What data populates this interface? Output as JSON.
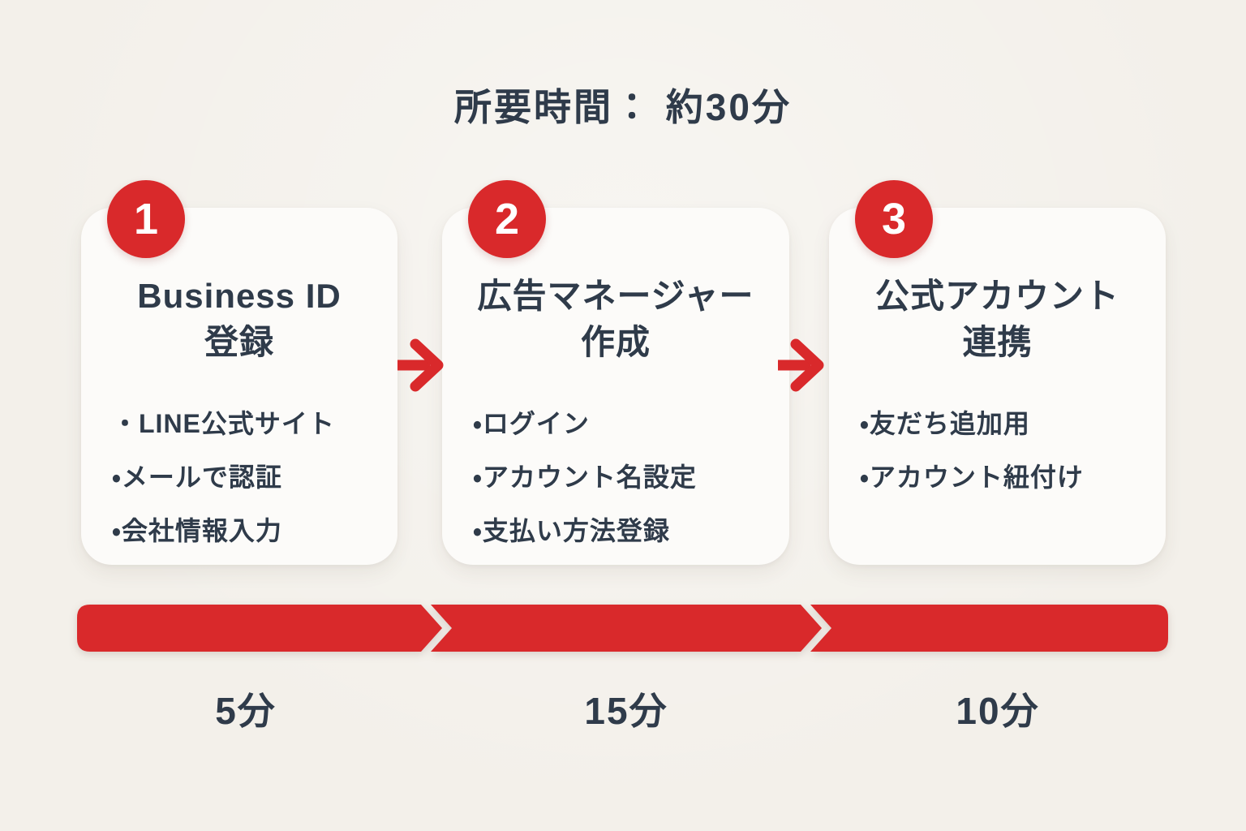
{
  "title": "所要時間： 約30分",
  "colors": {
    "accent_red": "#D9292B",
    "text_dark": "#2F3B4A",
    "background": "#F3F0EA",
    "card": "#FCFBF9"
  },
  "steps": [
    {
      "number": "1",
      "title": "Business ID\n登録",
      "items": [
        "・LINE公式サイト",
        "・メールで認証",
        "・会社情報入力"
      ],
      "duration": "5分"
    },
    {
      "number": "2",
      "title": "広告マネージャー\n作成",
      "items": [
        "・ログイン",
        "・アカウント名設定",
        "・支払い方法登録"
      ],
      "duration": "15分"
    },
    {
      "number": "3",
      "title": "公式アカウント\n連携",
      "items": [
        "・友だち追加用",
        "・アカウント紐付け"
      ],
      "duration": "10分"
    }
  ]
}
